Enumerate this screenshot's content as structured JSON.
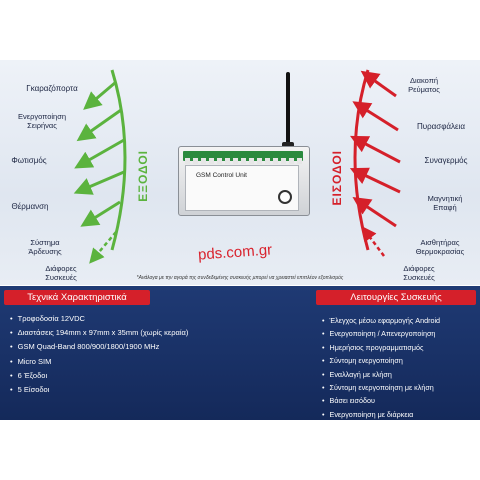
{
  "outputs": {
    "title": "ΕΞΟΔΟΙ",
    "items": [
      "Γκαραζόπορτα",
      "Ενεργοποίηση\nΣειρήνας",
      "Φωτισμός",
      "Θέρμανση",
      "Σύστημα\nΆρδευσης",
      "Διάφορες\nΣυσκευές"
    ]
  },
  "inputs": {
    "title": "ΕΙΣΟΔΟΙ",
    "items": [
      "Διακοπή\nΡεύματος",
      "Πυρασφάλεια",
      "Συναγερμός",
      "Μαγνητική\nΕπαφή",
      "Αισθητήρας\nΘερμοκρασίας",
      "Διάφορες\nΣυσκευές"
    ]
  },
  "device": {
    "label": "GSM Control Unit"
  },
  "watermark": "pds.com.gr",
  "note": "*Ανάλογα με την αγορά της συνδεδεμένης συσκευής μπορεί να χρειαστεί επιπλέον εξοπλισμός",
  "specs": {
    "title": "Τεχνικά Χαρακτηριστικά",
    "items": [
      "Τροφοδοσία 12VDC",
      "Διαστάσεις 194mm x 97mm x 35mm (χωρίς κεραία)",
      "GSM Quad-Band 800/900/1800/1900 MHz",
      "Micro SIM",
      "6 Έξοδοι",
      "5 Είσοδοι"
    ]
  },
  "functions": {
    "title": "Λειτουργίες Συσκευής",
    "items": [
      "Έλεγχος μέσω εφαρμογής Android",
      "Ενεργοποίηση / Απενεργοποίηση",
      "Ημερήσιος προγραμματισμός",
      "Σύντομη ενεργοποίηση",
      "Εναλλαγή με κλήση",
      "Σύντομη ενεργοποίηση με κλήση",
      "Βάσει εισόδου",
      "Ενεργοποίηση με διάρκεια"
    ]
  },
  "colors": {
    "outputs": "#5bb33e",
    "inputs": "#d5202a",
    "header_bg": "#d5202a",
    "panel_bg": "#1f3a74"
  }
}
